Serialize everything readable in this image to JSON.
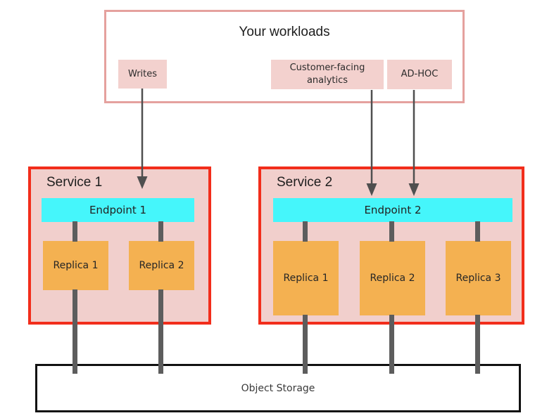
{
  "workloads": {
    "title": "Your workloads",
    "chips": [
      {
        "label": "Writes"
      },
      {
        "label": "Customer-facing analytics"
      },
      {
        "label": "AD-HOC"
      }
    ]
  },
  "services": [
    {
      "title": "Service 1",
      "endpoint_label": "Endpoint 1",
      "replicas": [
        "Replica 1",
        "Replica 2"
      ]
    },
    {
      "title": "Service 2",
      "endpoint_label": "Endpoint 2",
      "replicas": [
        "Replica 1",
        "Replica 2",
        "Replica 3"
      ]
    }
  ],
  "storage": {
    "label": "Object Storage"
  },
  "colors": {
    "workloads_border": "#e5a19e",
    "chip_fill": "#f3d1ce",
    "service_border": "#f22d1b",
    "service_fill": "#f1cfcc",
    "endpoint_fill": "#45f6fb",
    "replica_fill": "#f4b151",
    "connector_gray": "#5d5d5d",
    "arrow_gray": "#4f4f4f",
    "storage_border": "#111111"
  }
}
